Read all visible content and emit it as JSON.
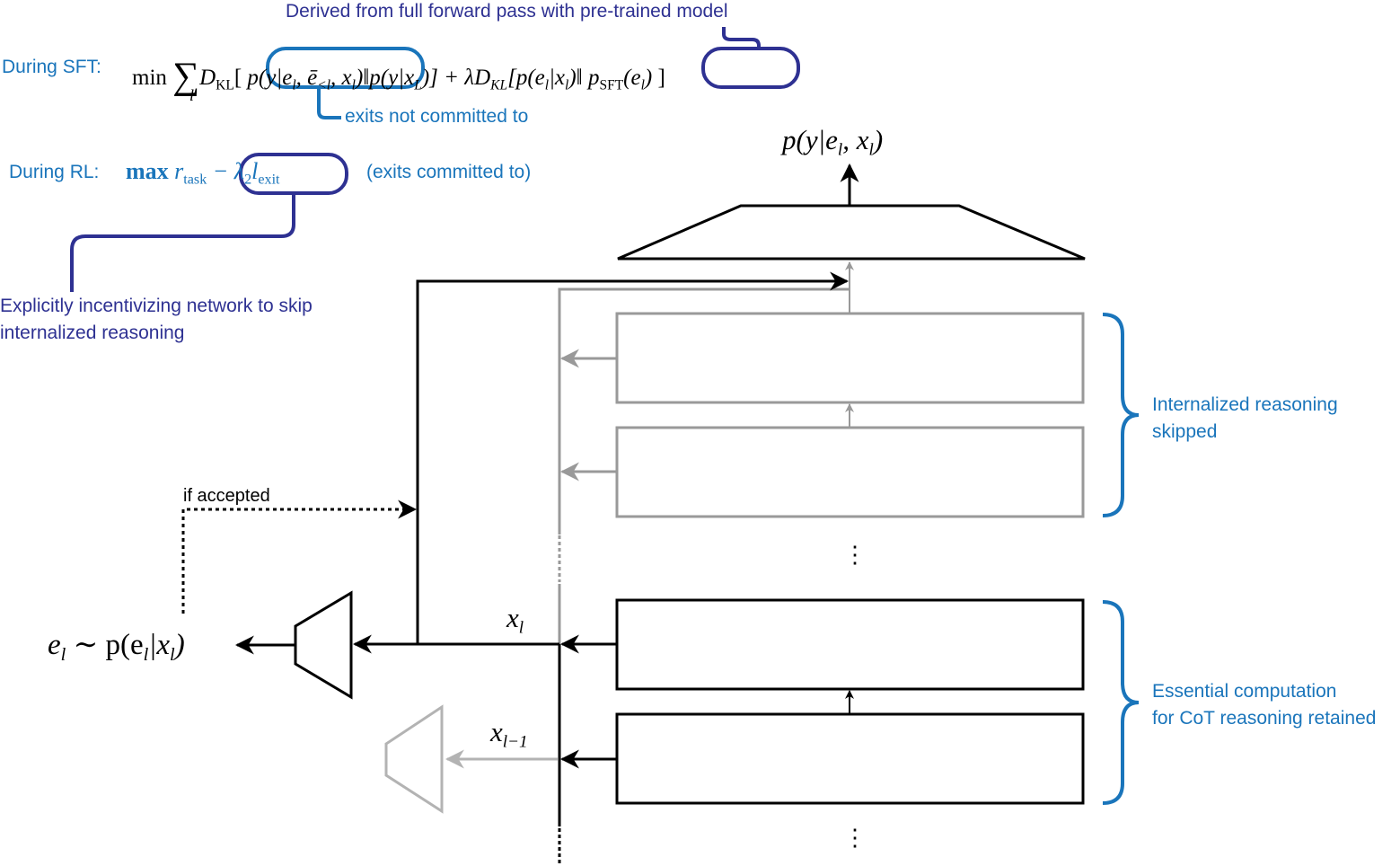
{
  "annotations": {
    "derived_note": "Derived from full forward pass with pre-trained model",
    "exits_not_committed": "exits not committed to",
    "exits_committed": "(exits committed to)",
    "incentive_note_line1": "Explicitly incentivizing network to skip",
    "incentive_note_line2": "internalized reasoning",
    "if_accepted": "if accepted",
    "bracket_top_line1": "Internalized reasoning",
    "bracket_top_line2": "skipped",
    "bracket_bottom_line1": "Essential computation",
    "bracket_bottom_line2": "for CoT reasoning retained"
  },
  "sft": {
    "label": "During SFT:",
    "min": "min",
    "sum": "∑",
    "sum_index": "l",
    "dkl1": "D",
    "dkl1_sub": "KL",
    "open1": "[",
    "term1": "p(y|e",
    "term1_sub1": "l",
    "term1_mid": ", ē",
    "term1_sub2": "<l",
    "term1_mid2": ", x",
    "term1_sub3": "l",
    "term1_close": ")",
    "sep1": "‖p(y|x",
    "sep1_sub": "L",
    "sep1_close": ")] + λD",
    "dkl2_sub": "KL",
    "term2": "[p(e",
    "term2_sub1": "l",
    "term2_mid": "|x",
    "term2_sub2": "l",
    "term2_close": ")‖",
    "term3": "p",
    "term3_sub": "SFT",
    "term3_arg": "(e",
    "term3_arg_sub": "l",
    "term3_close": ")",
    "close": "]"
  },
  "rl": {
    "label": "During RL:",
    "max": "max",
    "r": "r",
    "r_sub": "task",
    "penalty": "− λ",
    "penalty_sub1": "2",
    "penalty_l": "l",
    "penalty_sub2": "exit"
  },
  "diagram": {
    "output_label": "p(y|e",
    "output_label_sub1": "l",
    "output_label_mid": ", x",
    "output_label_sub2": "l",
    "output_label_close": ")",
    "exit_label": "e",
    "exit_label_sub1": "l",
    "exit_label_mid": " ∼ p(e",
    "exit_label_sub2": "l",
    "exit_label_mid2": "|x",
    "exit_label_sub3": "l",
    "exit_label_close": ")",
    "xl_label": "x",
    "xl_sub": "l",
    "xl1_label": "x",
    "xl1_sub": "l−1",
    "ellipsis": "⋮"
  },
  "colors": {
    "blue": "#1a75bb",
    "navy": "#2e3192",
    "gray": "#999999",
    "light_gray": "#b3b3b3",
    "black": "#000000"
  }
}
